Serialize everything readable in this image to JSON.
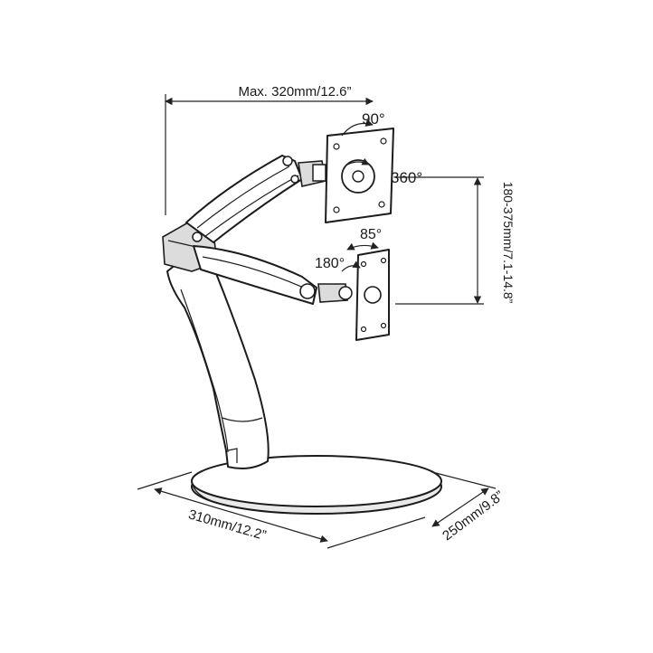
{
  "labels": {
    "max_reach": "Max. 320mm/12.6”",
    "tilt": "90°",
    "rotation": "360°",
    "height_range": "180-375mm/7.1-14.8”",
    "swivel": "85°",
    "pan": "180°",
    "base_width": "310mm/12.2”",
    "base_depth": "250mm/9.8”"
  }
}
